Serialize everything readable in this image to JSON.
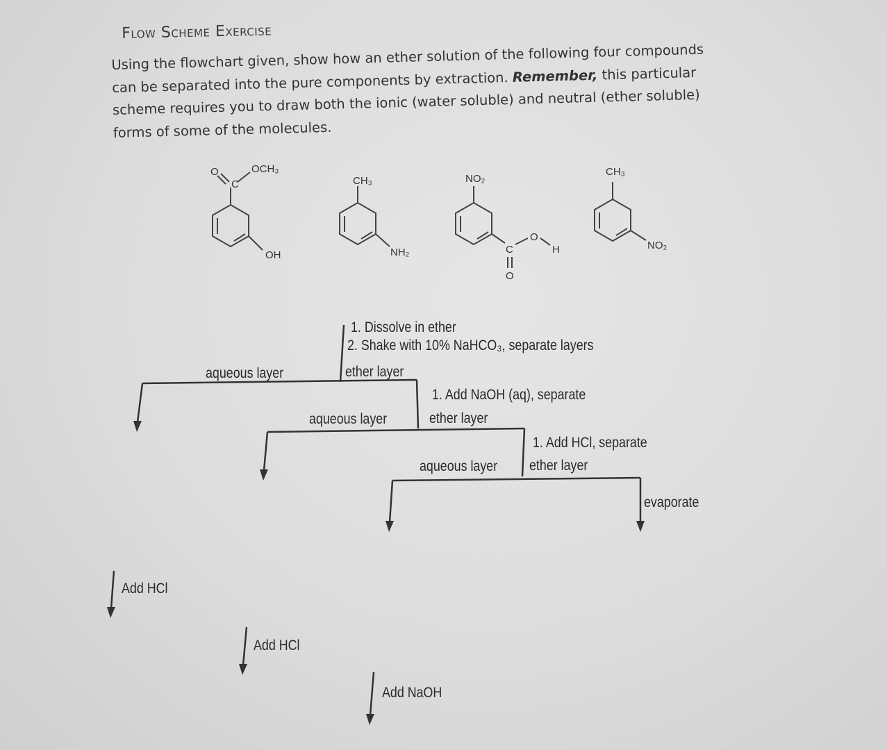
{
  "title": "Flow Scheme Exercise",
  "intro": {
    "line1": "Using the flowchart given, show how an ether solution of the following four compounds",
    "line2_a": "can be separated into the pure components by extraction. ",
    "line2_em": "Remember,",
    "line2_b": " this particular",
    "line3": "scheme requires you to draw both the ionic (water soluble) and neutral (ether soluble)",
    "line4": "forms of some of the molecules."
  },
  "compounds": [
    {
      "substituent_top": "OCH₃",
      "carbonyl_o": "O",
      "carbonyl_c": "C",
      "substituent_meta": "OH"
    },
    {
      "substituent_top": "CH₃",
      "substituent_meta": "NH₂"
    },
    {
      "substituent_top": "NO₂",
      "acid_c": "C",
      "acid_o": "O",
      "acid_h": "H",
      "acid_carbonyl_o": "O"
    },
    {
      "substituent_top": "CH₃",
      "substituent_meta": "NO₂"
    }
  ],
  "flow": {
    "step1_a": "1. Dissolve in ether",
    "step1_b": "2. Shake with 10% NaHCO₃, separate layers",
    "split1_left": "aqueous layer",
    "split1_right": "ether layer",
    "step2": "1. Add NaOH (aq), separate",
    "split2_left": "aqueous layer",
    "split2_right": "ether layer",
    "step3": "1. Add HCl, separate",
    "split3_left": "aqueous layer",
    "split3_right": "ether layer",
    "evaporate": "evaporate",
    "add1": "Add HCl",
    "add2": "Add HCl",
    "add3": "Add NaOH"
  }
}
